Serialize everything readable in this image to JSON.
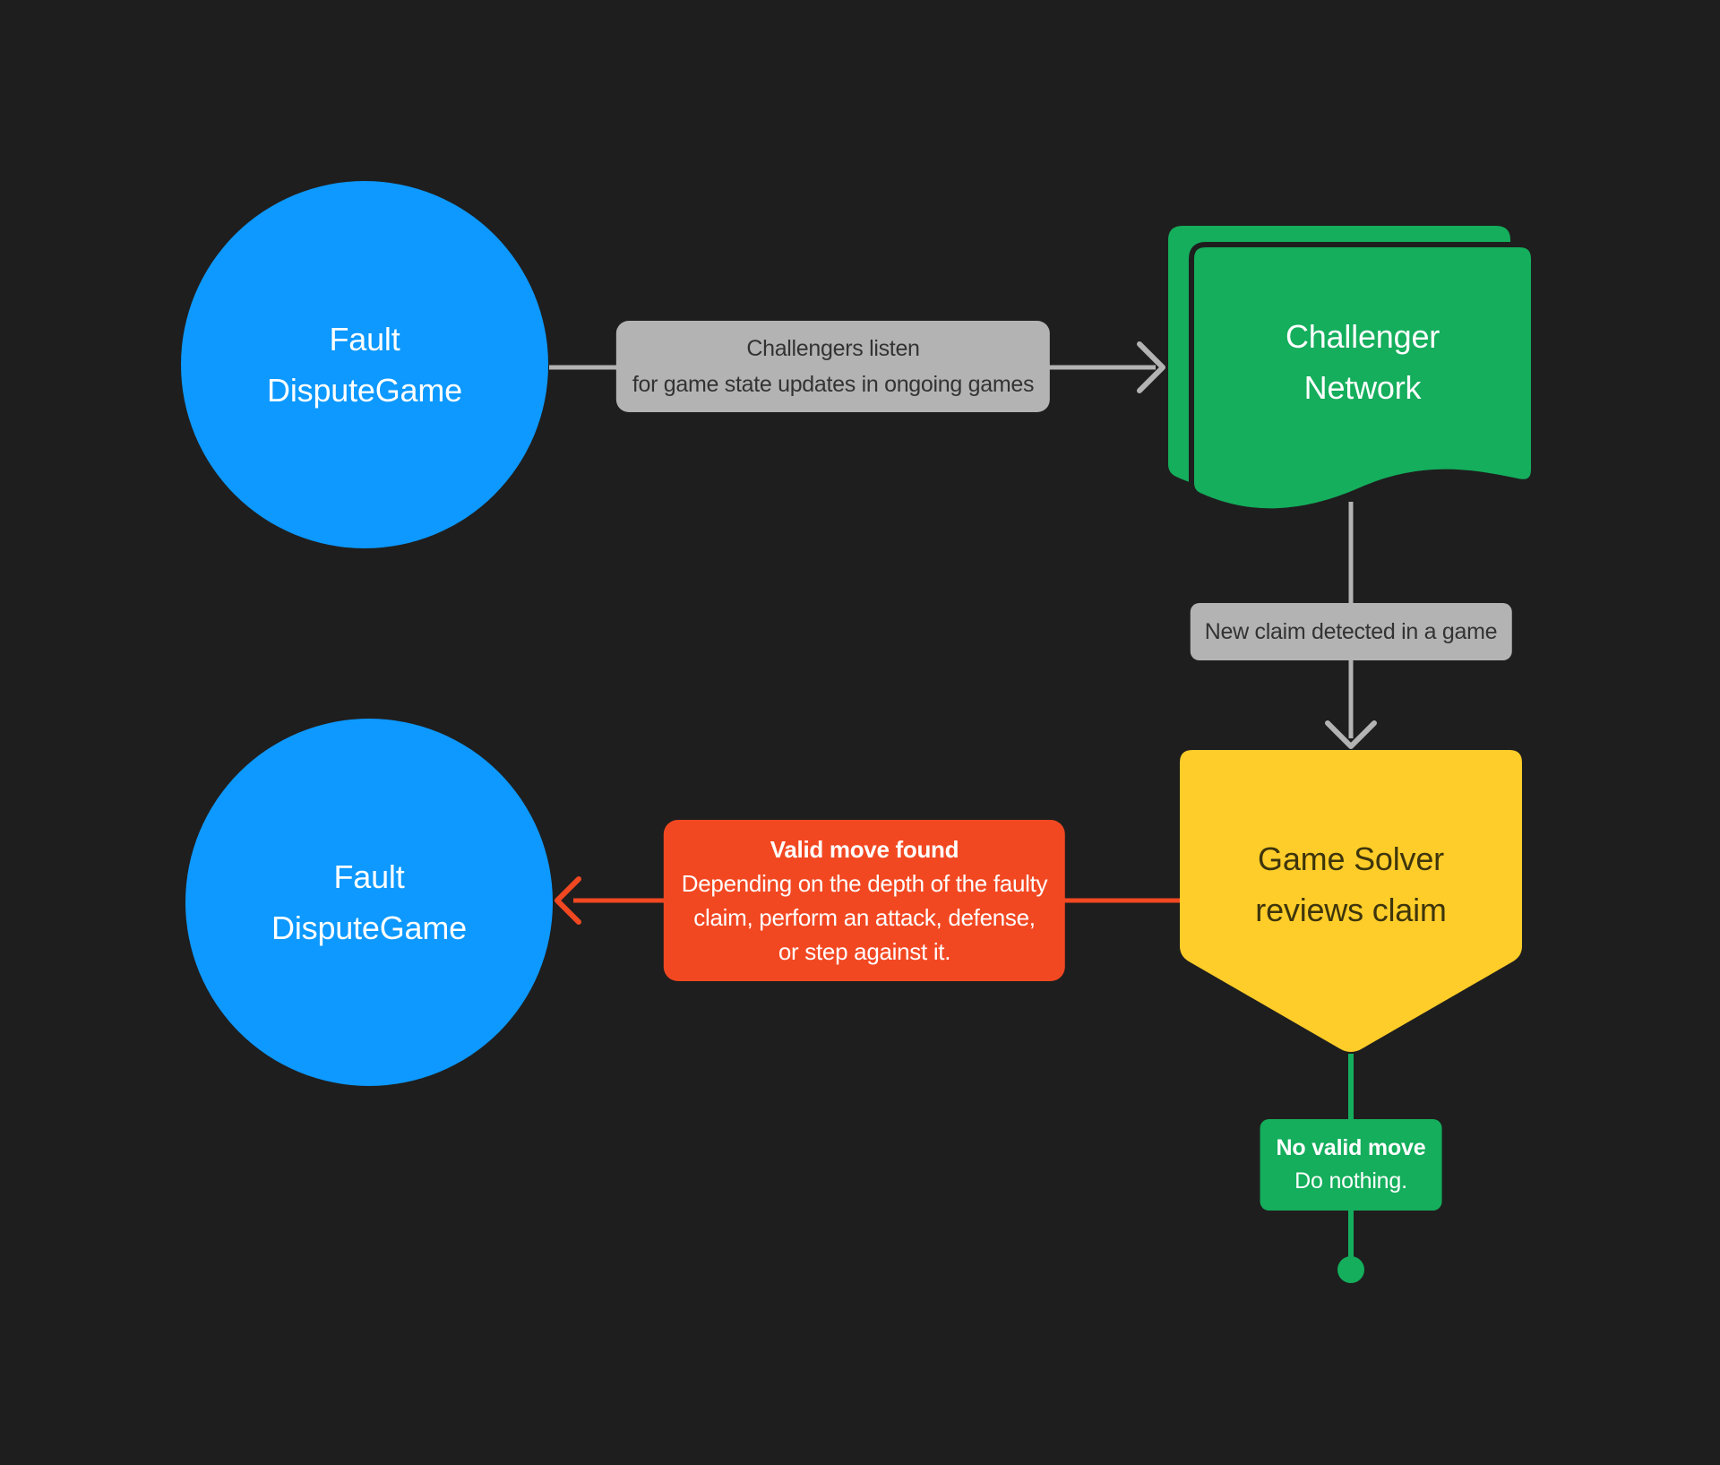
{
  "palette": {
    "bg": "#1E1E1E",
    "blue": "#0D99FF",
    "green": "#14AE5C",
    "yellow": "#FFCD29",
    "red": "#F24822",
    "gray": "#B3B3B3",
    "connector": "#B3B3B3",
    "gray_text": "#333333",
    "yellow_text": "#3E350C"
  },
  "nodes": {
    "fault_top": {
      "line1": "Fault",
      "line2": "DisputeGame"
    },
    "challenger_network": {
      "line1": "Challenger",
      "line2": "Network"
    },
    "game_solver": {
      "line1": "Game Solver",
      "line2": "reviews claim"
    },
    "fault_bottom": {
      "line1": "Fault",
      "line2": "DisputeGame"
    }
  },
  "labels": {
    "listen": {
      "line1": "Challengers listen",
      "line2": "for game state updates in ongoing games"
    },
    "new_claim": "New claim detected in a game",
    "valid_move": {
      "title": "Valid move found",
      "line1": "Depending on the depth of the faulty",
      "line2": "claim, perform an attack, defense,",
      "line3": "or step against it."
    },
    "no_valid_move": {
      "title": "No valid move",
      "body": "Do nothing."
    }
  }
}
